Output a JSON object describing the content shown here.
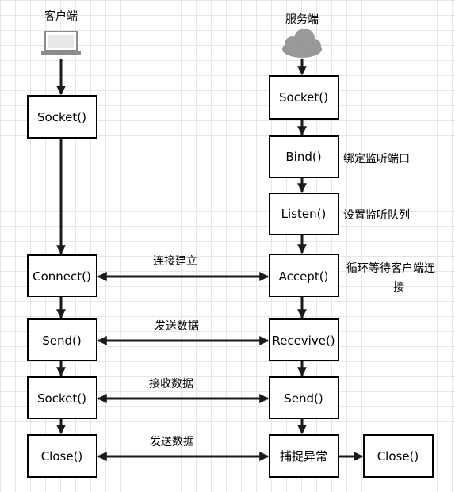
{
  "headers": {
    "client": "客户端",
    "server": "服务端"
  },
  "client": {
    "socket": "Socket()",
    "connect": "Connect()",
    "send": "Send()",
    "socket2": "Socket()",
    "close": "Close()"
  },
  "server": {
    "socket": "Socket()",
    "bind": "Bind()",
    "listen": "Listen()",
    "accept": "Accept()",
    "receive": "Recevive()",
    "send": "Send()",
    "catch": "捕捉异常",
    "close": "Close()"
  },
  "annotations": {
    "bind": "绑定监听端口",
    "listen": "设置监听队列",
    "accept_line1": "循环等待客户端连",
    "accept_line2": "接"
  },
  "links": {
    "connect": "连接建立",
    "send": "发送数据",
    "receive": "接收数据",
    "close": "发送数据"
  },
  "icons": {
    "client": "laptop-icon",
    "server": "cloud-icon"
  },
  "colors": {
    "cloud": "#999999",
    "laptop": "#8c8c8c"
  }
}
